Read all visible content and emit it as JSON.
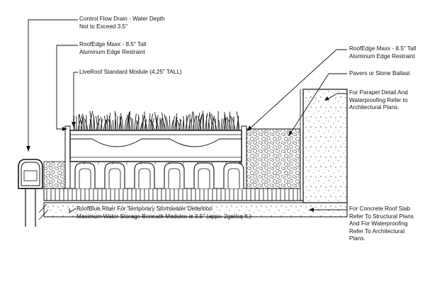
{
  "callouts": {
    "drain": [
      "Control Flow Drain - Water Depth",
      "Not to Exceed 3.5\""
    ],
    "edge_left": [
      "RoofEdge Maxx - 8.5\" Tall",
      "Aluminum Edge Restraint"
    ],
    "module": [
      "LiveRoof Standard Module (4.25\" TALL)"
    ],
    "edge_right": [
      "RoofEdge Maxx - 8.5\" Tall",
      "Aluminum Edge Restraint"
    ],
    "pavers": [
      "Pavers or Stone Ballast"
    ],
    "parapet": [
      "For Parapet Detail And",
      "Waterproofing Refer to",
      "Architectural Plans."
    ],
    "slab": [
      "For Concrete Roof Slab",
      "Refer To Structural Plans",
      "And For Waterproofing",
      "Refer To Architectural",
      "Plans."
    ],
    "riser": [
      "RoofBlue Riser For Temporary Stormwater Detention",
      "Maximum Water Storage Beneath Modules is 3.5\" (appx. 2gal/sq ft.)"
    ]
  }
}
